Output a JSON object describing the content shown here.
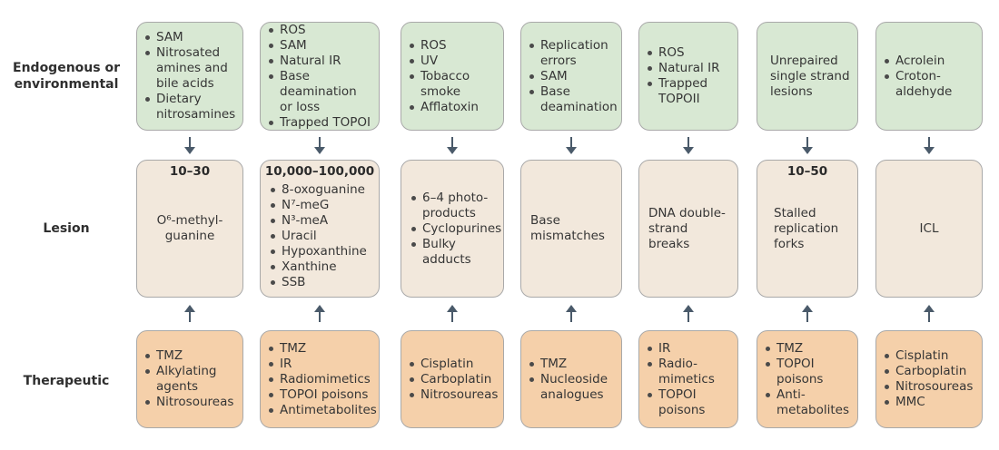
{
  "row_labels": {
    "env": "Endogenous or\nenvironmental",
    "lesion": "Lesion",
    "therapeutic": "Therapeutic"
  },
  "columns": [
    {
      "env_items": [
        "SAM",
        "Nitrosated amines and bile acids",
        "Dietary nitrosamines"
      ],
      "lesion_count": "10–30",
      "lesion_text": "O⁶-methyl-\nguanine",
      "therapeutic_items": [
        "TMZ",
        "Alkylating agents",
        "Nitrosoureas"
      ]
    },
    {
      "env_items": [
        "ROS",
        "SAM",
        "Natural IR",
        "Base deamination or loss",
        "Trapped TOPOI"
      ],
      "lesion_count": "10,000–100,000",
      "lesion_items": [
        "8-oxoguanine",
        "N⁷-meG",
        "N³-meA",
        "Uracil",
        "Hypoxanthine",
        "Xanthine",
        "SSB"
      ],
      "therapeutic_items": [
        "TMZ",
        "IR",
        "Radiomimetics",
        "TOPOI poisons",
        "Antimetabolites"
      ]
    },
    {
      "env_items": [
        "ROS",
        "UV",
        "Tobacco smoke",
        "Afflatoxin"
      ],
      "lesion_items": [
        "6–4 photo-products",
        "Cyclopurines",
        "Bulky adducts"
      ],
      "therapeutic_items": [
        "Cisplatin",
        "Carboplatin",
        "Nitrosoureas"
      ]
    },
    {
      "env_items": [
        "Replication errors",
        "SAM",
        "Base deamination"
      ],
      "lesion_text": "Base\nmismatches",
      "therapeutic_items": [
        "TMZ",
        "Nucleoside analogues"
      ]
    },
    {
      "env_items": [
        "ROS",
        "Natural IR",
        "Trapped TOPOII"
      ],
      "lesion_text": "DNA double-\nstrand breaks",
      "therapeutic_items": [
        "IR",
        "Radio-mimetics",
        "TOPOI poisons"
      ]
    },
    {
      "env_text": "Unrepaired\nsingle strand\nlesions",
      "lesion_count": "10–50",
      "lesion_text": "Stalled\nreplication\nforks",
      "therapeutic_items": [
        "TMZ",
        "TOPOI poisons",
        "Anti-metabolites"
      ]
    },
    {
      "env_items": [
        "Acrolein",
        "Croton-aldehyde"
      ],
      "lesion_text": "ICL",
      "therapeutic_items": [
        "Cisplatin",
        "Carboplatin",
        "Nitrosoureas",
        "MMC"
      ]
    }
  ],
  "colors": {
    "env_fill": "#d8e8d3",
    "lesion_fill": "#f2e8dc",
    "therapeutic_fill": "#f5d0aa",
    "arrow": "#4a5a6a"
  }
}
